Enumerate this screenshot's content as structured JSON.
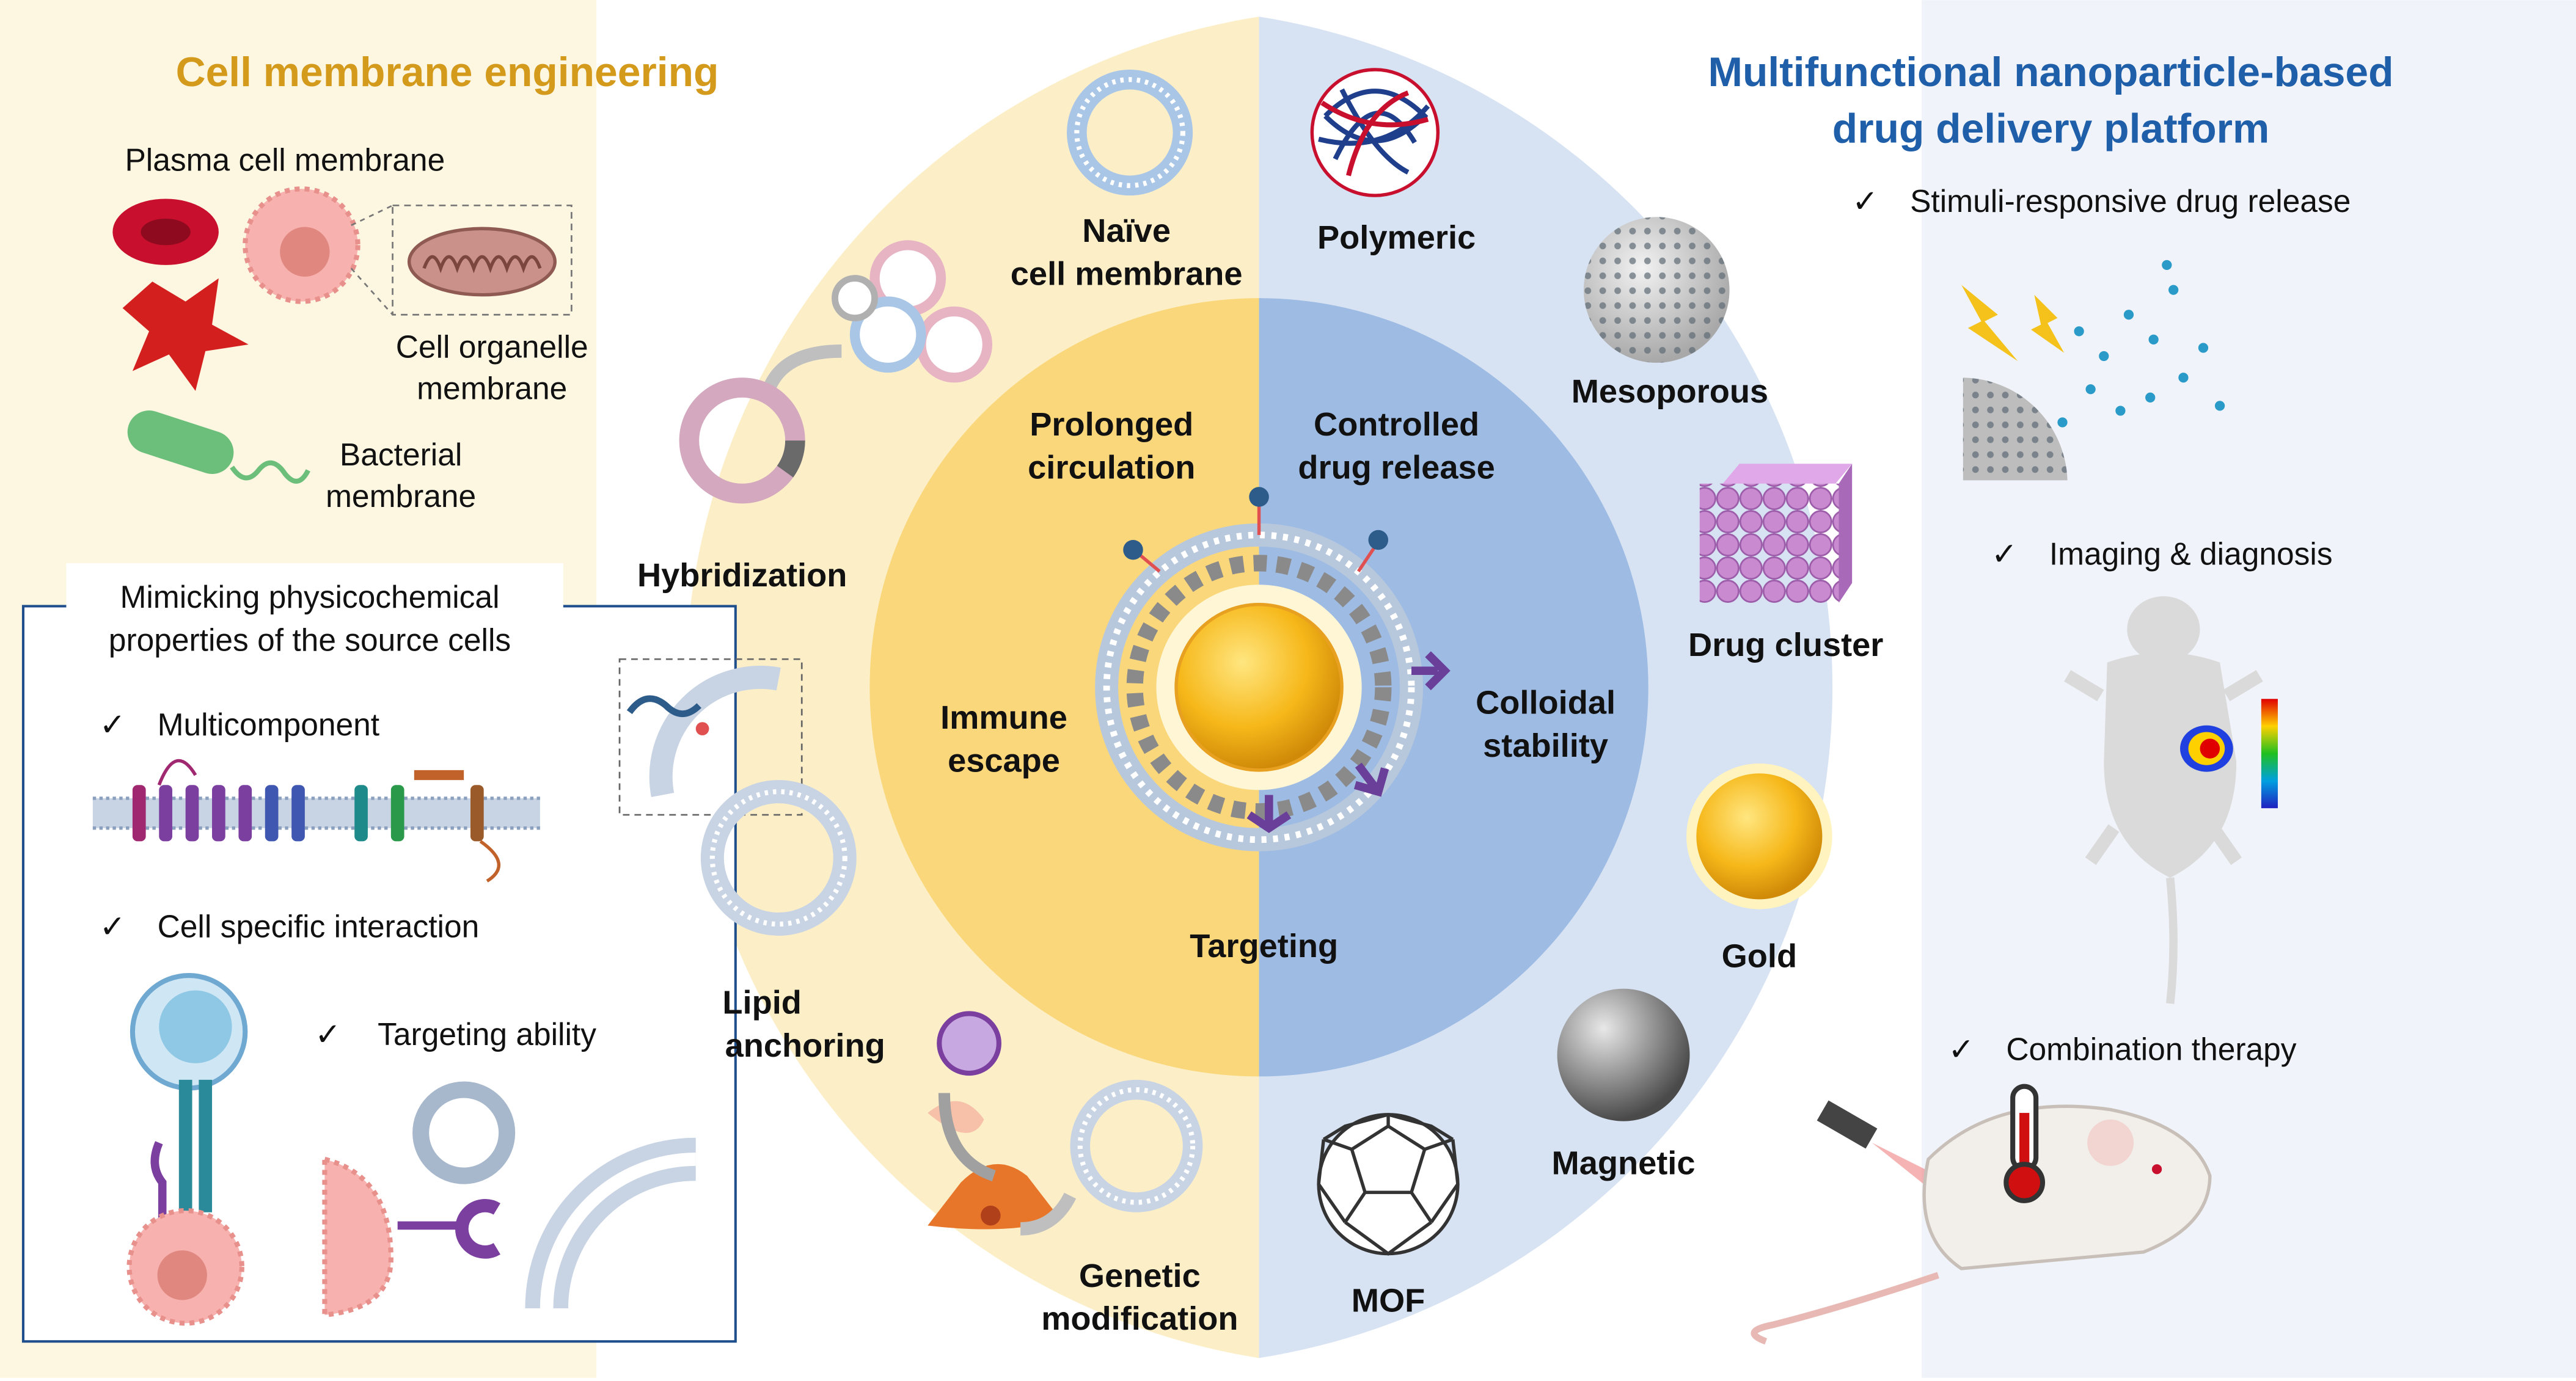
{
  "left": {
    "title": "Cell membrane engineering",
    "plasma": "Plasma cell membrane",
    "organelle": [
      "Cell organelle",
      "membrane"
    ],
    "bacterial": [
      "Bacterial",
      "membrane"
    ],
    "box_title": [
      "Mimicking physicochemical",
      "properties of the source cells"
    ],
    "checks": {
      "multicomponent": "Multicomponent",
      "cell_specific": "Cell specific interaction",
      "targeting_ability": "Targeting ability"
    }
  },
  "center": {
    "naive": [
      "Naïve",
      "cell membrane"
    ],
    "hybridization": "Hybridization",
    "lipid_anchoring": [
      "Lipid",
      "anchoring"
    ],
    "genetic_modification": [
      "Genetic",
      "modification"
    ],
    "prolonged": [
      "Prolonged",
      "circulation"
    ],
    "controlled": [
      "Controlled",
      "drug release"
    ],
    "immune": [
      "Immune",
      "escape"
    ],
    "colloidal": [
      "Colloidal",
      "stability"
    ],
    "targeting": "Targeting"
  },
  "nanoparticles": {
    "polymeric": "Polymeric",
    "mesoporous": "Mesoporous",
    "drug_cluster": "Drug cluster",
    "gold": "Gold",
    "magnetic": "Magnetic",
    "mof": "MOF"
  },
  "right": {
    "title": [
      "Multifunctional nanoparticle-based",
      "drug delivery platform"
    ],
    "stimuli": "Stimuli-responsive drug release",
    "imaging": "Imaging & diagnosis",
    "combination": "Combination therapy"
  },
  "colors": {
    "title_left": "#D49A1C",
    "title_right": "#1F5EA8",
    "yellow_bg": "#FCEFC8",
    "blue_bg": "#D7E3F3",
    "core_gold": "#F6B81A",
    "inner_yellow": "#FAD77A",
    "inner_blue": "#9EBBE3"
  }
}
